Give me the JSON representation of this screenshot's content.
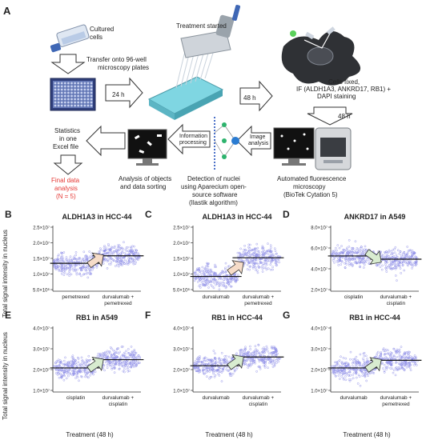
{
  "panel_a": {
    "letter": "A",
    "cultured_cells": [
      "Cultured",
      "cells"
    ],
    "transfer": "Transfer onto 96-well",
    "transfer2": "microscopy plates",
    "h24": "24 h",
    "treatment_started": "Treatment started",
    "h48": "48 h",
    "cells_fixed": [
      "Cells fixed,",
      "IF (ALDH1A3, ANKRD17, RB1) +",
      "DAPI staining"
    ],
    "h48b": "48 h",
    "statistics": [
      "Statistics",
      "in one",
      "Excel file"
    ],
    "info_processing": [
      "Information",
      "processing"
    ],
    "image_analysis": [
      "Image",
      "analysis"
    ],
    "final": [
      "Final data",
      "analysis",
      "(N = 5)"
    ],
    "analysis_objects": [
      "Analysis of objects",
      "and data sorting"
    ],
    "detection": [
      "Detection of nuclei",
      "using Aparecium open-",
      "source software",
      "(Ilastik algorithm)"
    ],
    "automated": [
      "Automated fluorescence",
      "microscopy",
      "(BioTek Cytation 5)"
    ],
    "colors": {
      "red": "#e53935",
      "plate": "#5a6ea8",
      "well": "#2dbfd0",
      "green": "#3cb371"
    }
  },
  "shared": {
    "y_axis_label": "Total signal intensity in nucleus",
    "x_axis_label": "Treatment (48 h)",
    "point_color": "#8c8ce6",
    "median_color": "#111111"
  },
  "chart_data": [
    {
      "letter": "B",
      "type": "scatter",
      "title": "ALDH1A3 in HCC-44",
      "yticks": [
        "2.5×10⁷",
        "2.0×10⁷",
        "1.5×10⁷",
        "1.0×10⁷",
        "5.0×10⁶"
      ],
      "ylim": [
        5000000,
        25000000
      ],
      "categories": [
        [
          "pemetrexed"
        ],
        [
          "durvalumab +",
          "pemetrexed"
        ]
      ],
      "medians": [
        13500000,
        15800000
      ],
      "arrow": "increase",
      "arrow_color": "#f6dcc8"
    },
    {
      "letter": "C",
      "type": "scatter",
      "title": "ALDH1A3 in HCC-44",
      "yticks": [
        "2.5×10⁷",
        "2.0×10⁷",
        "1.5×10⁷",
        "1.0×10⁷",
        "5.0×10⁶"
      ],
      "ylim": [
        5000000,
        25000000
      ],
      "categories": [
        [
          "durvalumab"
        ],
        [
          "durvalumab +",
          "pemetrexed"
        ]
      ],
      "medians": [
        9500000,
        15200000
      ],
      "arrow": "increase",
      "arrow_color": "#f6dcc8"
    },
    {
      "letter": "D",
      "type": "scatter",
      "title": "ANKRD17 in A549",
      "yticks": [
        "8.0×10⁷",
        "6.0×10⁷",
        "4.0×10⁷",
        "2.0×10⁷"
      ],
      "ylim": [
        0,
        80000000
      ],
      "categories": [
        [
          "cisplatin"
        ],
        [
          "durvalumab +",
          "cisplatin"
        ]
      ],
      "medians": [
        43000000,
        39000000
      ],
      "arrow": "decrease",
      "arrow_color": "#d8ecd0"
    },
    {
      "letter": "E",
      "type": "scatter",
      "title": "RB1 in A549",
      "yticks": [
        "4.0×10⁷",
        "3.0×10⁷",
        "2.0×10⁷",
        "1.0×10⁷"
      ],
      "ylim": [
        10000000,
        40000000
      ],
      "categories": [
        [
          "cisplatin"
        ],
        [
          "durvalumab +",
          "cisplatin"
        ]
      ],
      "medians": [
        21000000,
        24800000
      ],
      "arrow": "increase",
      "arrow_color": "#d8ecd0"
    },
    {
      "letter": "F",
      "type": "scatter",
      "title": "RB1 in HCC-44",
      "yticks": [
        "4.0×10⁷",
        "3.0×10⁷",
        "2.0×10⁷",
        "1.0×10⁷"
      ],
      "ylim": [
        10000000,
        40000000
      ],
      "categories": [
        [
          "durvalumab"
        ],
        [
          "durvalumab +",
          "cisplatin"
        ]
      ],
      "medians": [
        22000000,
        26000000
      ],
      "arrow": "increase",
      "arrow_color": "#d8ecd0"
    },
    {
      "letter": "G",
      "type": "scatter",
      "title": "RB1 in HCC-44",
      "yticks": [
        "4.0×10⁷",
        "3.0×10⁷",
        "2.0×10⁷",
        "1.0×10⁷"
      ],
      "ylim": [
        10000000,
        40000000
      ],
      "categories": [
        [
          "durvalumab"
        ],
        [
          "durvalumab +",
          "pemetrexed"
        ]
      ],
      "medians": [
        21000000,
        24500000
      ],
      "arrow": "increase",
      "arrow_color": "#d8ecd0"
    }
  ]
}
